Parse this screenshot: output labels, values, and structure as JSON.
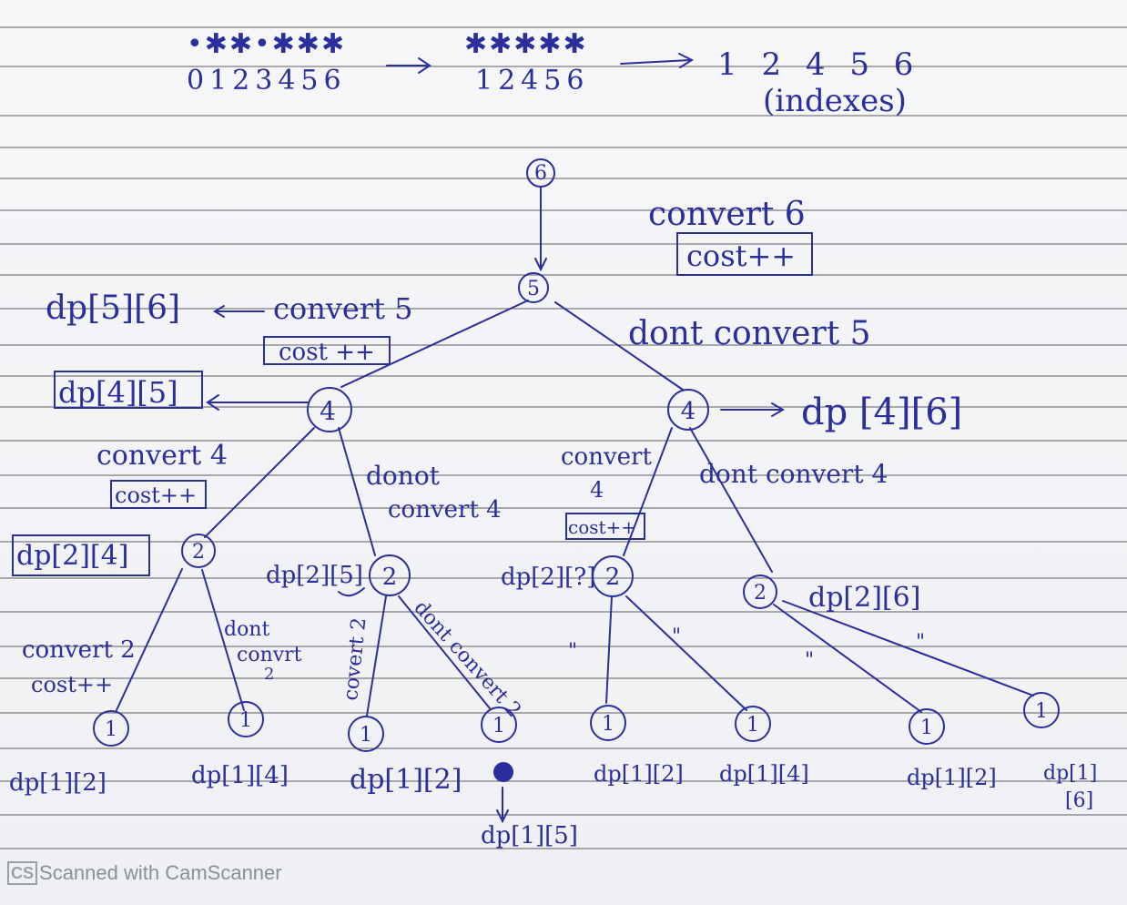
{
  "strings": {
    "line1_left_symbols": "•✱✱•✱✱✱",
    "line1_left_digits": "0123456",
    "line1_mid_symbols": "✱✱✱✱✱",
    "line1_mid_digits": "12456",
    "line1_right_digits": "1 2 4 5 6",
    "indexes_label": "(indexes)"
  },
  "nodes": {
    "n6": "6",
    "n5": "5",
    "n4_left": "4",
    "n4_right": "4",
    "n2_a": "2",
    "n2_b": "2",
    "n2_c": "2",
    "n2_d": "2",
    "n1_a": "1",
    "n1_b": "1",
    "n1_c": "1",
    "n1_d": "1",
    "n1_e": "1",
    "n1_f": "1",
    "n1_g": "1",
    "n1_h": "1"
  },
  "labels": {
    "convert6": "convert 6",
    "cost6": "cost++",
    "dp56": "dp[5][6]",
    "convert5": "convert 5",
    "cost5": "cost ++",
    "dontconvert5": "dont convert 5",
    "dp45": "dp[4][5]",
    "dp46": "dp [4][6]",
    "convert4_left": "convert 4",
    "cost4_left": "cost++",
    "donot_convert4_a": "donot",
    "donot_convert4_b": "convert 4",
    "convert4_right_a": "convert",
    "convert4_right_b": "4",
    "cost4_right": "cost++",
    "dontconvert4_right": "dont convert 4",
    "dp24": "dp[2][4]",
    "dp25": "dp[2][5]",
    "dp2x": "dp[2][?]",
    "dp26": "dp[2][6]",
    "convert2": "convert 2",
    "cost2": "cost++",
    "dontconvert2_a": "dont",
    "dontconvert2_b": "convrt",
    "dontconvert2_c": "2",
    "convert2_vert": "covert 2",
    "dontconvert2_diag": "dont convert 2",
    "ditto_a": "\"",
    "ditto_b": "\"",
    "ditto_c": "\"",
    "ditto_d": "\"",
    "dp12_a": "dp[1][2]",
    "dp14": "dp[1][4]",
    "dp12_b": "dp[1][2]",
    "dp15": "dp[1][5]",
    "dp12_c": "dp[1][2]",
    "dp14_b": "dp[1][4]",
    "dp12_d": "dp[1][2]",
    "dp16_a": "dp[1]",
    "dp16_b": "[6]"
  },
  "watermark": {
    "badge": "CS",
    "text": "Scanned with CamScanner"
  },
  "colors": {
    "ink": "#2a2f9c",
    "rule": "#3a3a3a",
    "paper": "#f4f5f7"
  }
}
